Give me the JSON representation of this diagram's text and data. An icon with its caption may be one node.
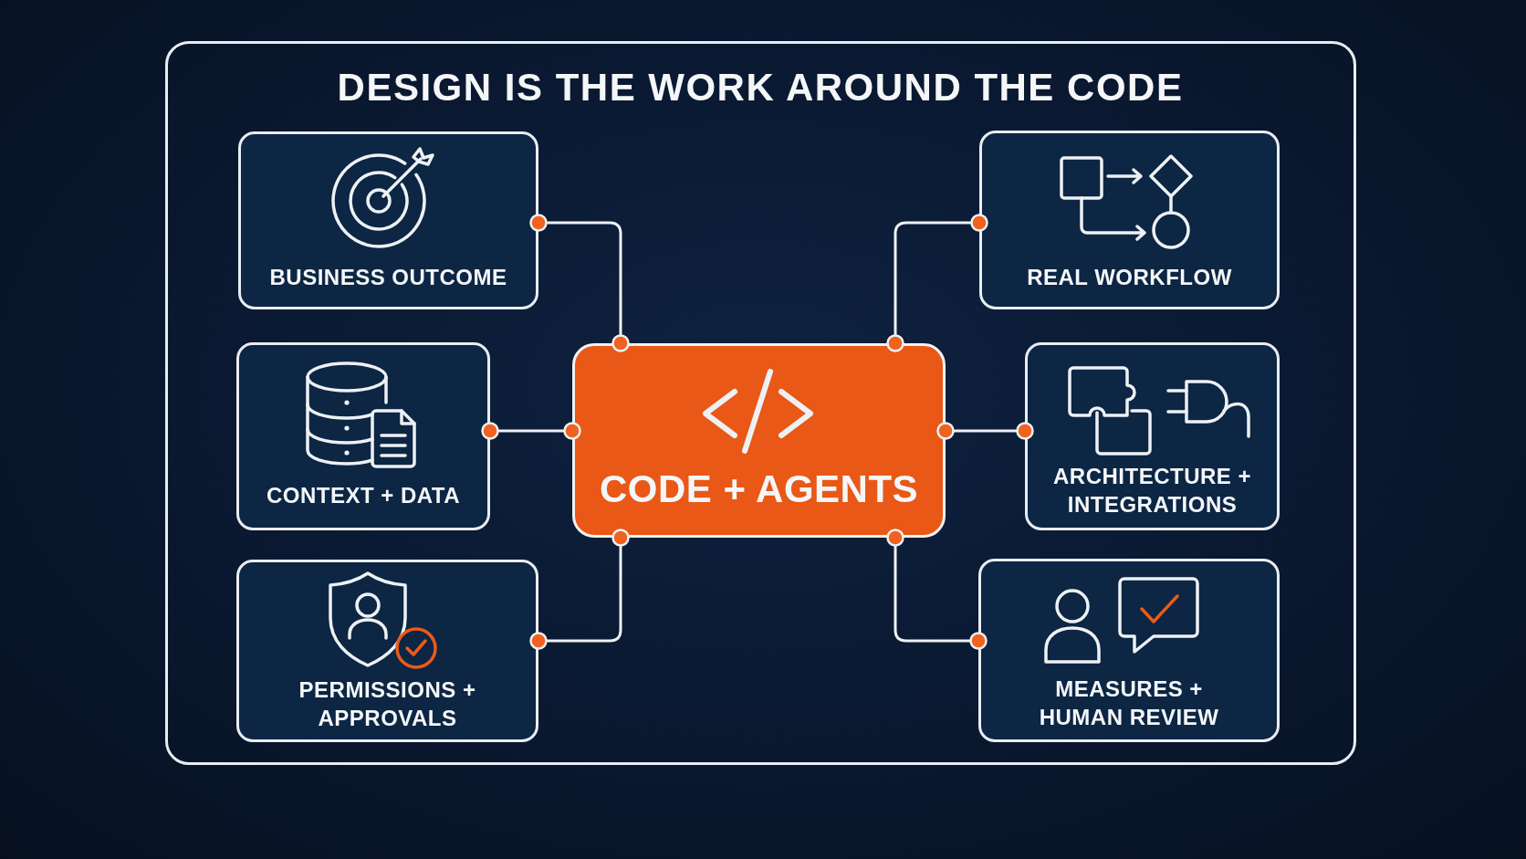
{
  "diagram": {
    "nodes": [
      {
        "text": [
          "DESIGN IS THE WORK AROUND THE CODE"
        ]
      },
      {
        "text": [
          "BUSINESS OUTCOME"
        ],
        "in": 0
      },
      {
        "text": [
          "REAL WORKFLOW"
        ],
        "in": 0
      },
      {
        "text": [
          "CONTEXT + DATA"
        ],
        "in": 0
      },
      {
        "text": [
          "CODE + AGENTS"
        ],
        "in": 0
      },
      {
        "text": [
          "ARCHITECTURE + INTEGRATIONS"
        ],
        "in": 0
      },
      {
        "text": [
          "PERMISSIONS + APPROVALS"
        ],
        "in": 0
      },
      {
        "text": [
          "MEASURES + HUMAN REVIEW"
        ],
        "in": 0
      }
    ],
    "edges": [
      {
        "from": 1,
        "to": 4,
        "arrow": "other"
      },
      {
        "from": 2,
        "to": 4,
        "arrow": "other"
      },
      {
        "from": 3,
        "to": 4,
        "arrow": "other"
      },
      {
        "from": 5,
        "to": 4,
        "arrow": "other"
      },
      {
        "from": 6,
        "to": 4,
        "arrow": "other"
      },
      {
        "from": 7,
        "to": 4,
        "arrow": "other"
      }
    ]
  }
}
